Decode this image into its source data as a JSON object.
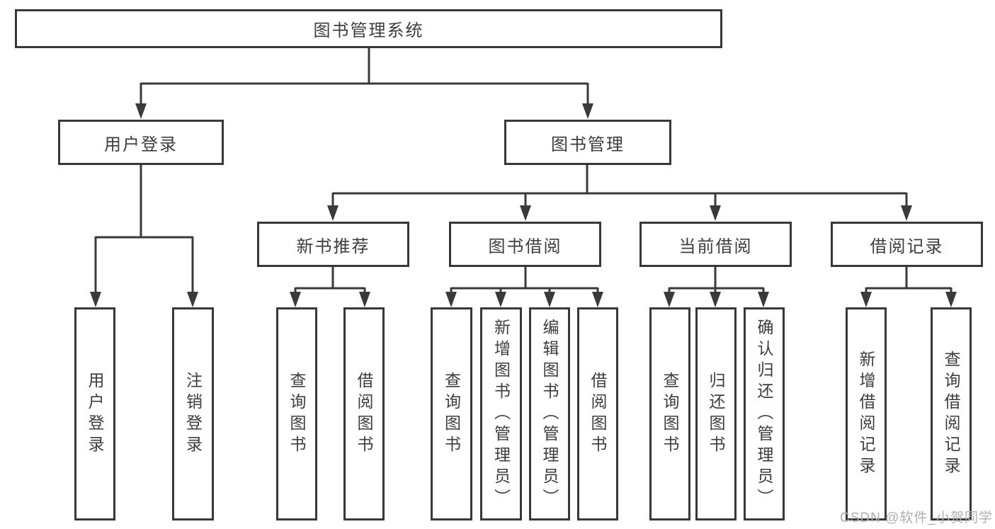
{
  "diagram_type": "hierarchy-tree",
  "colors": {
    "line": "#3a3a3a",
    "border": "#383838",
    "text": "#3d3d3d",
    "watermark": "#b0b0b0",
    "background": "#ffffff"
  },
  "tree": {
    "root": "图书管理系统",
    "children": [
      {
        "label": "用户登录",
        "children": [
          "用户登录",
          "注销登录"
        ]
      },
      {
        "label": "图书管理",
        "children": [
          {
            "label": "新书推荐",
            "children": [
              "查询图书",
              "借阅图书"
            ]
          },
          {
            "label": "图书借阅",
            "children": [
              "查询图书",
              "新增图书（管理员）",
              "编辑图书（管理员）",
              "借阅图书"
            ]
          },
          {
            "label": "当前借阅",
            "children": [
              "查询图书",
              "归还图书",
              "确认归还（管理员）"
            ]
          },
          {
            "label": "借阅记录",
            "children": [
              "新增借阅记录",
              "查询借阅记录"
            ]
          }
        ]
      }
    ]
  },
  "watermark": "CSDN @软件_小贺同学"
}
